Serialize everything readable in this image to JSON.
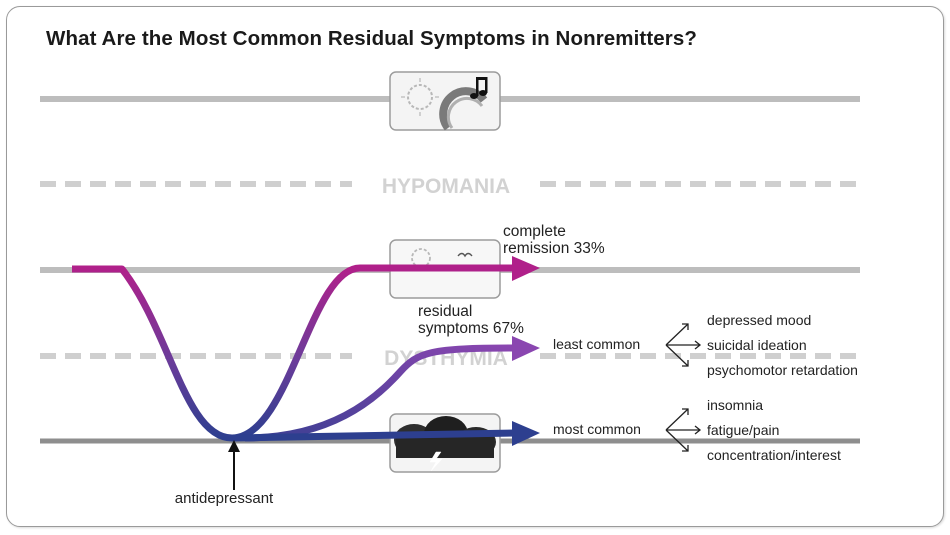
{
  "title": "What Are the Most Common Residual Symptoms in Nonremitters?",
  "levels": {
    "hypomania": "HYPOMANIA",
    "dysthymia": "DYSTHYMIA"
  },
  "outcomes": {
    "complete_remission_line1": "complete",
    "complete_remission_line2": "remission 33%",
    "residual_line1": "residual",
    "residual_line2": "symptoms 67%"
  },
  "least_common": {
    "label": "least common",
    "items": [
      "depressed mood",
      "suicidal ideation",
      "psychomotor retardation"
    ]
  },
  "most_common": {
    "label": "most common",
    "items": [
      "insomnia",
      "fatigue/pain",
      "concentration/interest"
    ]
  },
  "intervention": "antidepressant",
  "colors": {
    "magenta": "#b0208a",
    "purple": "#6a3c9a",
    "navy": "#2d3f8f",
    "gray_line": "#bdbdbd",
    "dashed": "#cfcfcf",
    "level_text": "#d2d2d2"
  },
  "icons": [
    "sun-music-icon",
    "sun-bird-icon",
    "storm-cloud-icon"
  ]
}
